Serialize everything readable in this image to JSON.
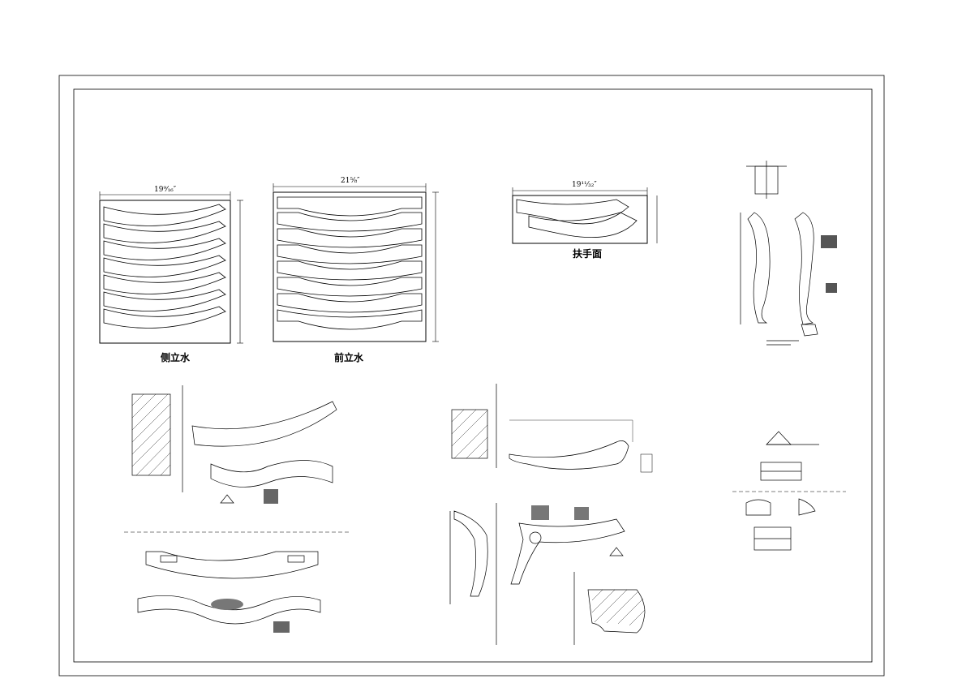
{
  "drawing": {
    "panel_labels": {
      "side_rail": "侧立水",
      "front_rail": "前立水",
      "armrest_face": "扶手面"
    },
    "dimensions": {
      "side_rail_width": "19⁹⁄₁₆″",
      "front_rail_width": "21⁵⁄₈″",
      "armrest_width": "19¹¹⁄₃₂″"
    }
  }
}
